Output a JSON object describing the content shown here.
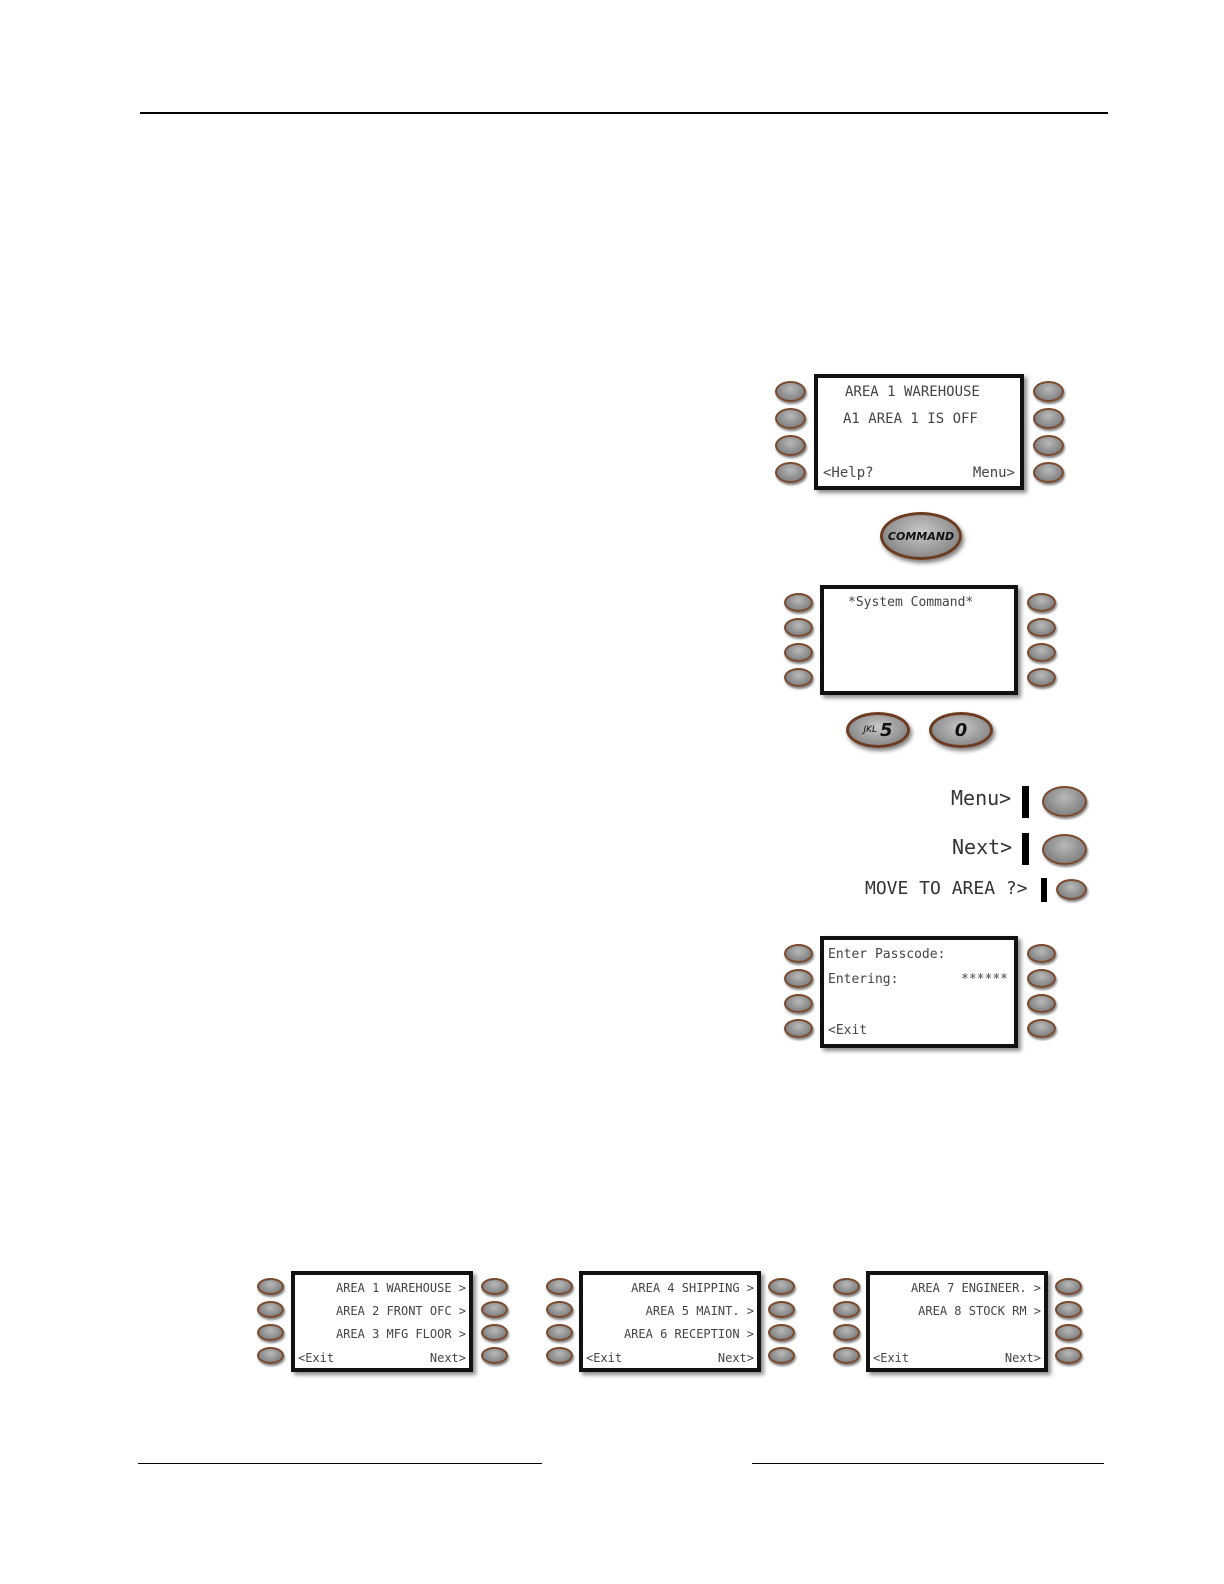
{
  "main_display": {
    "line1": "AREA 1 WAREHOUSE",
    "line2": "A1 AREA 1 IS OFF",
    "left_soft": "<Help?",
    "right_soft": "Menu>"
  },
  "command_key": {
    "label": "COMMAND"
  },
  "system_display": {
    "line1": "*System Command*"
  },
  "digit_keys": {
    "key1_letters": "JKL",
    "key1_digit": "5",
    "key2_digit": "0"
  },
  "soft_key_labels": {
    "menu": "Menu>",
    "next": "Next>",
    "move": "MOVE TO AREA ?>"
  },
  "passcode_display": {
    "line1": "Enter Passcode:",
    "line2_label": "Entering:",
    "line2_value": "******",
    "left_soft": "<Exit"
  },
  "area_screens": [
    {
      "rows": [
        "AREA 1 WAREHOUSE >",
        "AREA 2 FRONT OFC >",
        "AREA 3 MFG FLOOR >"
      ],
      "left_soft": "<Exit",
      "right_soft": "Next>"
    },
    {
      "rows": [
        "AREA 4 SHIPPING >",
        "AREA 5 MAINT. >",
        "AREA 6 RECEPTION >"
      ],
      "left_soft": "<Exit",
      "right_soft": "Next>"
    },
    {
      "rows": [
        "AREA 7 ENGINEER. >",
        "AREA 8 STOCK RM >",
        ""
      ],
      "left_soft": "<Exit",
      "right_soft": "Next>"
    }
  ]
}
